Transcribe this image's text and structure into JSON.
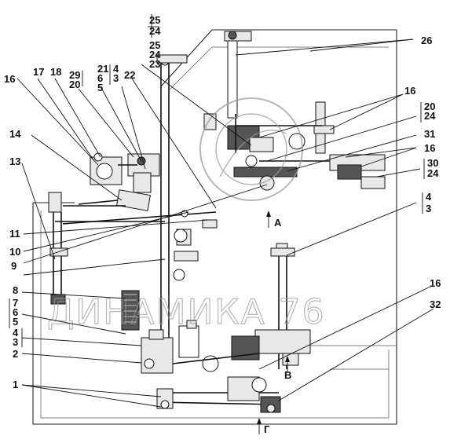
{
  "callouts": {
    "c26": "26",
    "c25a": "25",
    "c24a": "24",
    "c25b": "25",
    "c24b": "24",
    "c23": "23",
    "c22": "22",
    "c21": "21",
    "c6a": "6",
    "c5a": "5",
    "c4a": "4",
    "c3a": "3",
    "c29": "29",
    "c20a": "20",
    "c18": "18",
    "c17": "17",
    "c16a": "16",
    "c16b": "16",
    "c20b": "20",
    "c24c": "24",
    "c31": "31",
    "c16c": "16",
    "c30": "30",
    "c24d": "24",
    "c14": "14",
    "c13": "13",
    "c11": "11",
    "c10": "10",
    "c9": "9",
    "c4b": "4",
    "c3b": "3",
    "c8": "8",
    "c7": "7",
    "c6b": "6",
    "c5b": "5",
    "c4c": "4",
    "c3c": "3",
    "c2": "2",
    "c1": "1",
    "c16d": "16",
    "c32": "32",
    "viewA": "A",
    "viewV": "В",
    "viewG": "Г"
  },
  "watermark": "ДИНАМИКА 76"
}
